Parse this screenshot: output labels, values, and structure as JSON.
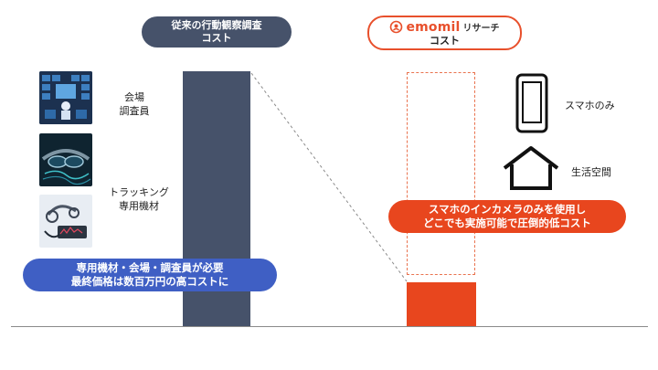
{
  "header_left": {
    "line1": "従来の行動観察調査",
    "line2": "コスト"
  },
  "header_right": {
    "brand": "emomil",
    "brand_suffix": "リサーチ",
    "line2": "コスト"
  },
  "left_items": [
    {
      "label_line1": "会場",
      "label_line2": "調査員"
    },
    {
      "label_line1": "トラッキング",
      "label_line2": "専用機材"
    }
  ],
  "right_items": [
    {
      "label": "スマホのみ",
      "icon": "smartphone-icon"
    },
    {
      "label": "生活空間",
      "icon": "house-icon"
    }
  ],
  "callout_left": {
    "line1": "専用機材・会場・調査員が必要",
    "line2": "最終価格は数百万円の高コストに"
  },
  "callout_right": {
    "line1": "スマホのインカメラのみを使用し",
    "line2": "どこでも実施可能で圧倒的低コスト"
  },
  "colors": {
    "navy": "#46526a",
    "orange": "#e8461e",
    "blue": "#3f5fc4"
  }
}
